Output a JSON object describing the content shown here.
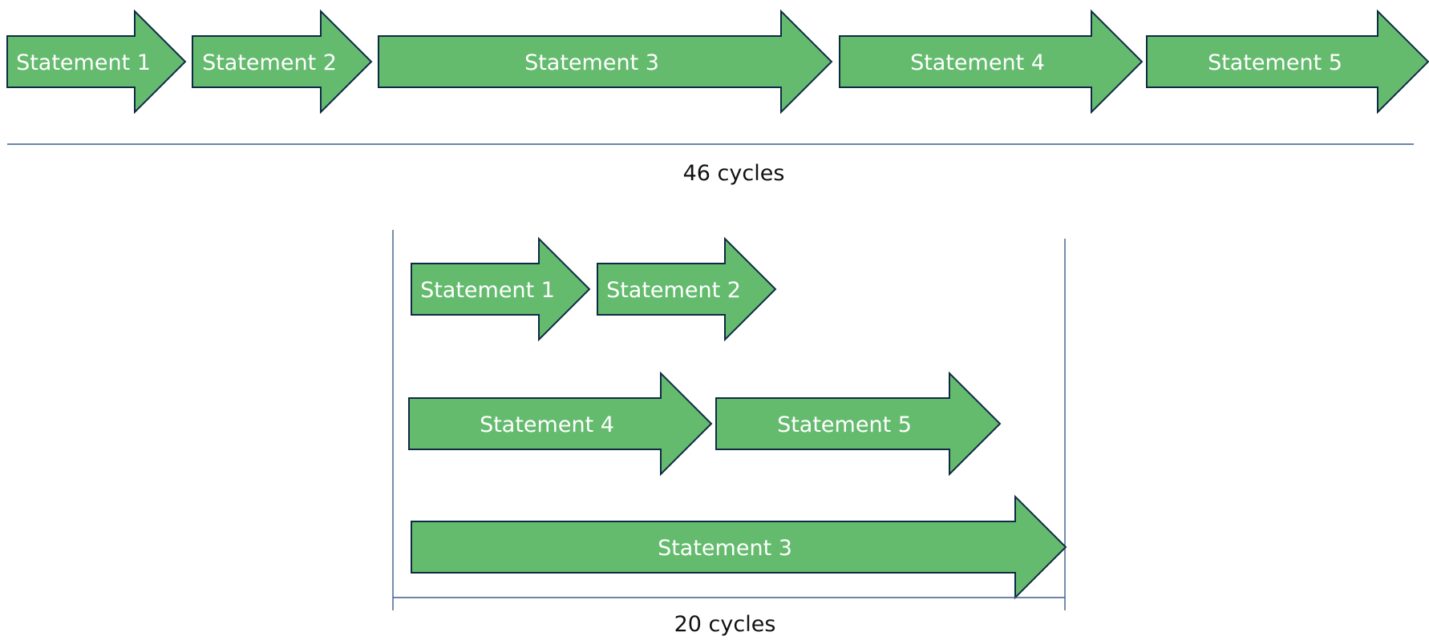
{
  "sequential": {
    "statements": [
      "Statement 1",
      "Statement 2",
      "Statement 3",
      "Statement 4",
      "Statement 5"
    ],
    "caption": "46 cycles"
  },
  "parallel": {
    "rows": [
      [
        "Statement 1",
        "Statement 2"
      ],
      [
        "Statement 4",
        "Statement 5"
      ],
      [
        "Statement 3"
      ]
    ],
    "caption": "20 cycles"
  },
  "colors": {
    "arrow_fill": "#64bb6e",
    "arrow_stroke": "#0f2a45",
    "line": "#3d5f8a"
  }
}
